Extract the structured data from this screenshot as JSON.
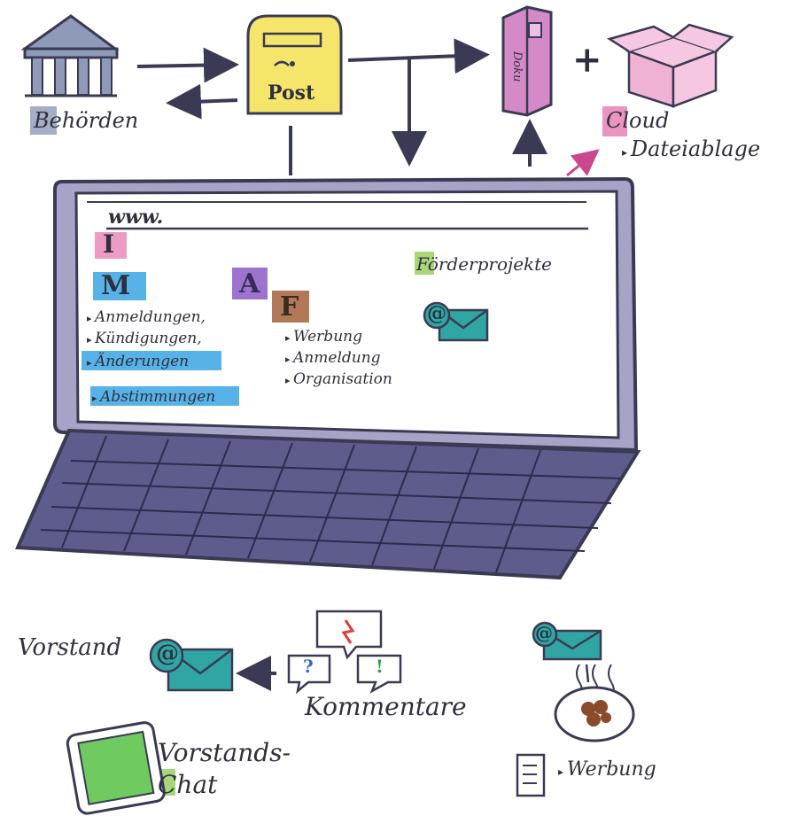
{
  "top": {
    "behoerden_label": "Behörden",
    "post_label": "Post",
    "doku_label": "Doku",
    "plus_sign": "+",
    "cloud_label": "Cloud",
    "dateiablage_label": "Dateiablage"
  },
  "screen": {
    "url_text": "www.",
    "letter_i": "I",
    "letter_m": "M",
    "left_items": [
      "Anmeldungen,",
      "Kündigungen,",
      "Änderungen",
      "Abstimmungen"
    ],
    "letter_a": "A",
    "letter_f": "F",
    "middle_items": [
      "Werbung",
      "Anmeldung",
      "Organisation"
    ],
    "foerder_label": "Förderprojekte",
    "email_symbol": "@"
  },
  "bottom": {
    "vorstand_label": "Vorstand",
    "email_symbol": "@",
    "kommentare_label": "Kommentare",
    "question_mark": "?",
    "exclamation_mark": "!",
    "vorstands_chat_line1": "Vorstands-",
    "vorstands_chat_line2": "Chat",
    "werbung_label": "Werbung"
  },
  "colors": {
    "ink": "#3a3a55",
    "laptop_frame": "#a7a3c7",
    "keyboard": "#5e5c8c",
    "post_yellow": "#f5e56a",
    "doku_pink": "#d58ac8",
    "cloud_pink": "#f6c7e0",
    "highlight_blue": "#39a6e3",
    "highlight_purple": "#8b5bc6",
    "highlight_brown": "#a5623b",
    "highlight_green": "#9fd36b",
    "highlight_pink": "#e57bb0",
    "email_teal": "#2fa6a3"
  }
}
